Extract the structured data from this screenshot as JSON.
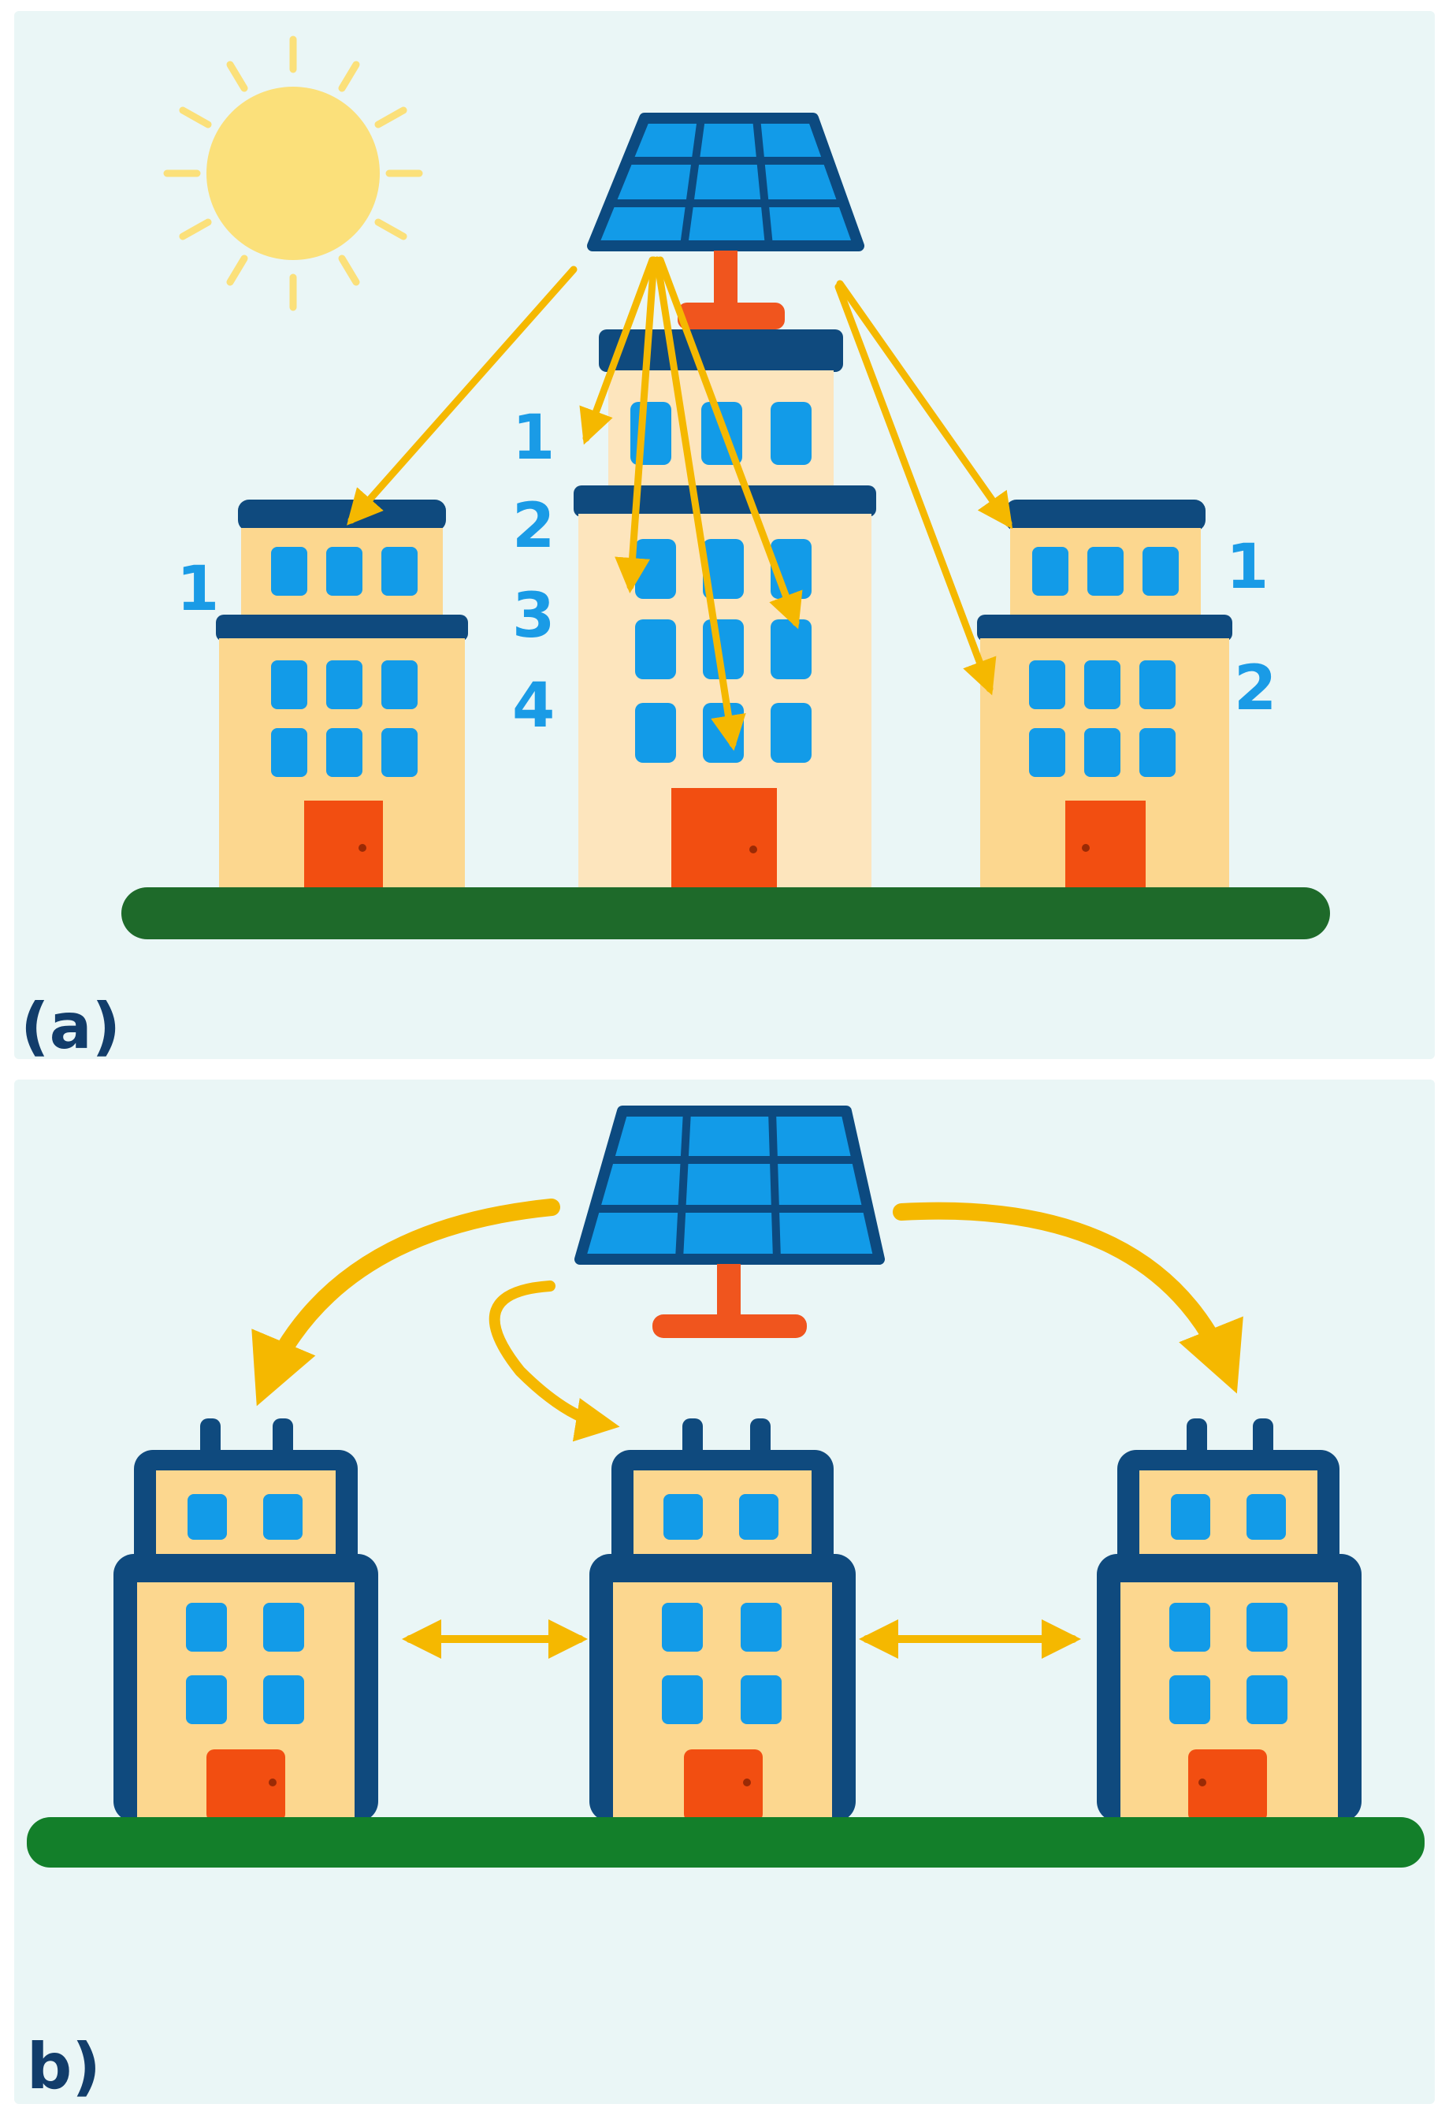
{
  "colors": {
    "background": "#eaf6f6",
    "sun": "#fbe07a",
    "sun_rays": "#fbe07a",
    "panel_blue": "#129be8",
    "panel_frame": "#0c4a80",
    "stand": "#f0551e",
    "roof": "#0f4a7e",
    "wall": "#fcd78f",
    "wall_light": "#fde5bd",
    "window": "#129be8",
    "door": "#f24e11",
    "ground": "#1e6a2a",
    "ground_b": "#137f2a",
    "arrow": "#f5b800",
    "label": "#1a9be6",
    "panel_label": "#123d6b"
  },
  "icons": [
    "sun-icon",
    "solar-panel-icon",
    "building-icon",
    "arrow-icon",
    "double-arrow-icon"
  ],
  "panel_a": {
    "label": "(a)",
    "left_building_floors": [
      "1"
    ],
    "center_building_floors": [
      "1",
      "2",
      "3",
      "4"
    ],
    "right_building_floors": [
      "1",
      "2"
    ]
  },
  "panel_b": {
    "label": "b)"
  }
}
